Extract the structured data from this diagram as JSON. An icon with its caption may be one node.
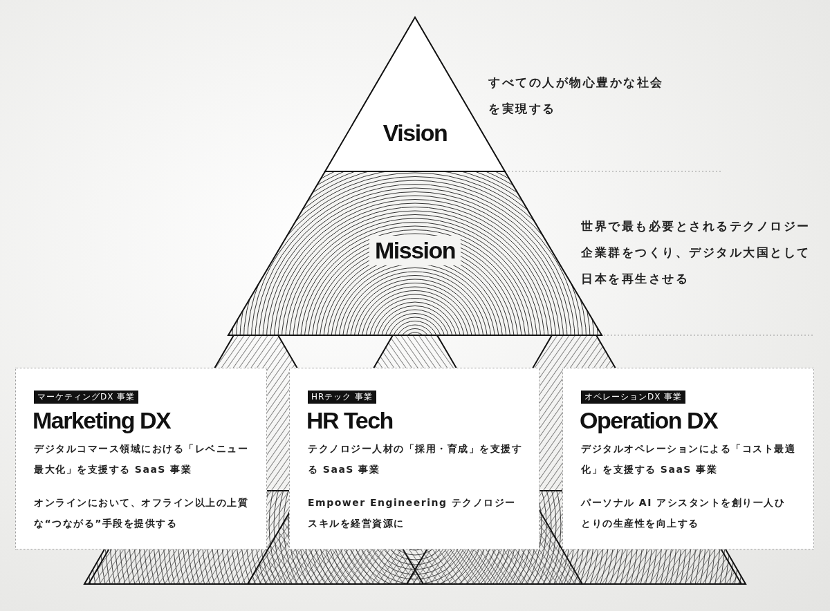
{
  "diagram": {
    "nodes": [
      {
        "text": [
          "Vision"
        ],
        "beside": [
          "すべての人が物心豊かな社会を実現する"
        ]
      },
      {
        "text": [
          "Mission"
        ],
        "beside": [
          "世界で最も必要とされるテクノロジー企業群をつくり、デジタル大国として日本を再生させる"
        ]
      },
      {
        "text": [
          "マーケティングDX 事業",
          "Marketing DX",
          "デジタルコマース領域における「レベニュー最大化」を支援する SaaS 事業",
          "オンラインにおいて、オフライン以上の上質な“つながる”手段を提供する"
        ]
      },
      {
        "text": [
          "HRテック 事業",
          "HR Tech",
          "テクノロジー人材の「採用・育成」を支援する SaaS 事業",
          "Empower Engineering テクノロジースキルを経営資源に"
        ]
      },
      {
        "text": [
          "オペレーションDX 事業",
          "Operation DX",
          "デジタルオペレーションによる「コスト最適化」を支援する SaaS 事業",
          "パーソナル AI アシスタントを創り一人ひとりの生産性を向上する"
        ]
      }
    ]
  }
}
